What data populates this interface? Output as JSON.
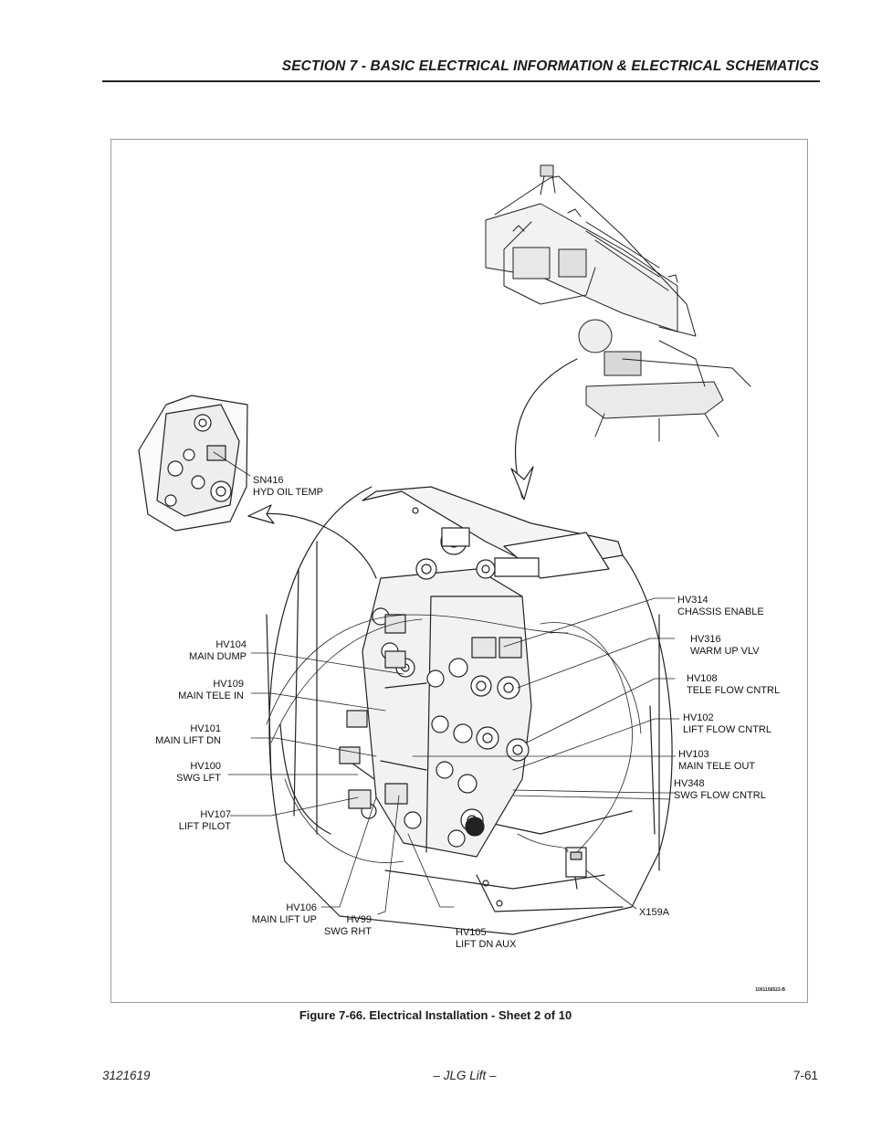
{
  "header": {
    "section_title": "SECTION 7 - BASIC ELECTRICAL INFORMATION & ELECTRICAL SCHEMATICS"
  },
  "figure": {
    "drawing_id": "1001156522-B",
    "callouts": {
      "sn416": [
        "SN416",
        "HYD OIL TEMP"
      ],
      "hv314": [
        "HV314",
        "CHASSIS ENABLE"
      ],
      "hv316": [
        "HV316",
        "WARM UP VLV"
      ],
      "hv108": [
        "HV108",
        "TELE FLOW CNTRL"
      ],
      "hv102": [
        "HV102",
        "LIFT FLOW CNTRL"
      ],
      "hv103": [
        "HV103",
        "MAIN TELE OUT"
      ],
      "hv348": [
        "HV348",
        "SWG FLOW CNTRL"
      ],
      "x159a": [
        "X159A"
      ],
      "hv104": [
        "HV104",
        "MAIN DUMP"
      ],
      "hv109": [
        "HV109",
        "MAIN TELE IN"
      ],
      "hv101": [
        "HV101",
        "MAIN LIFT DN"
      ],
      "hv100": [
        "HV100",
        "SWG LFT"
      ],
      "hv107": [
        "HV107",
        "LIFT PILOT"
      ],
      "hv106": [
        "HV106",
        "MAIN LIFT UP"
      ],
      "hv99": [
        "HV99",
        "SWG RHT"
      ],
      "hv105": [
        "HV105",
        "LIFT DN AUX"
      ]
    }
  },
  "caption": "Figure 7-66.  Electrical Installation - Sheet 2 of 10",
  "footer": {
    "doc_number": "3121619",
    "center": "– JLG Lift –",
    "page_number": "7-61"
  }
}
